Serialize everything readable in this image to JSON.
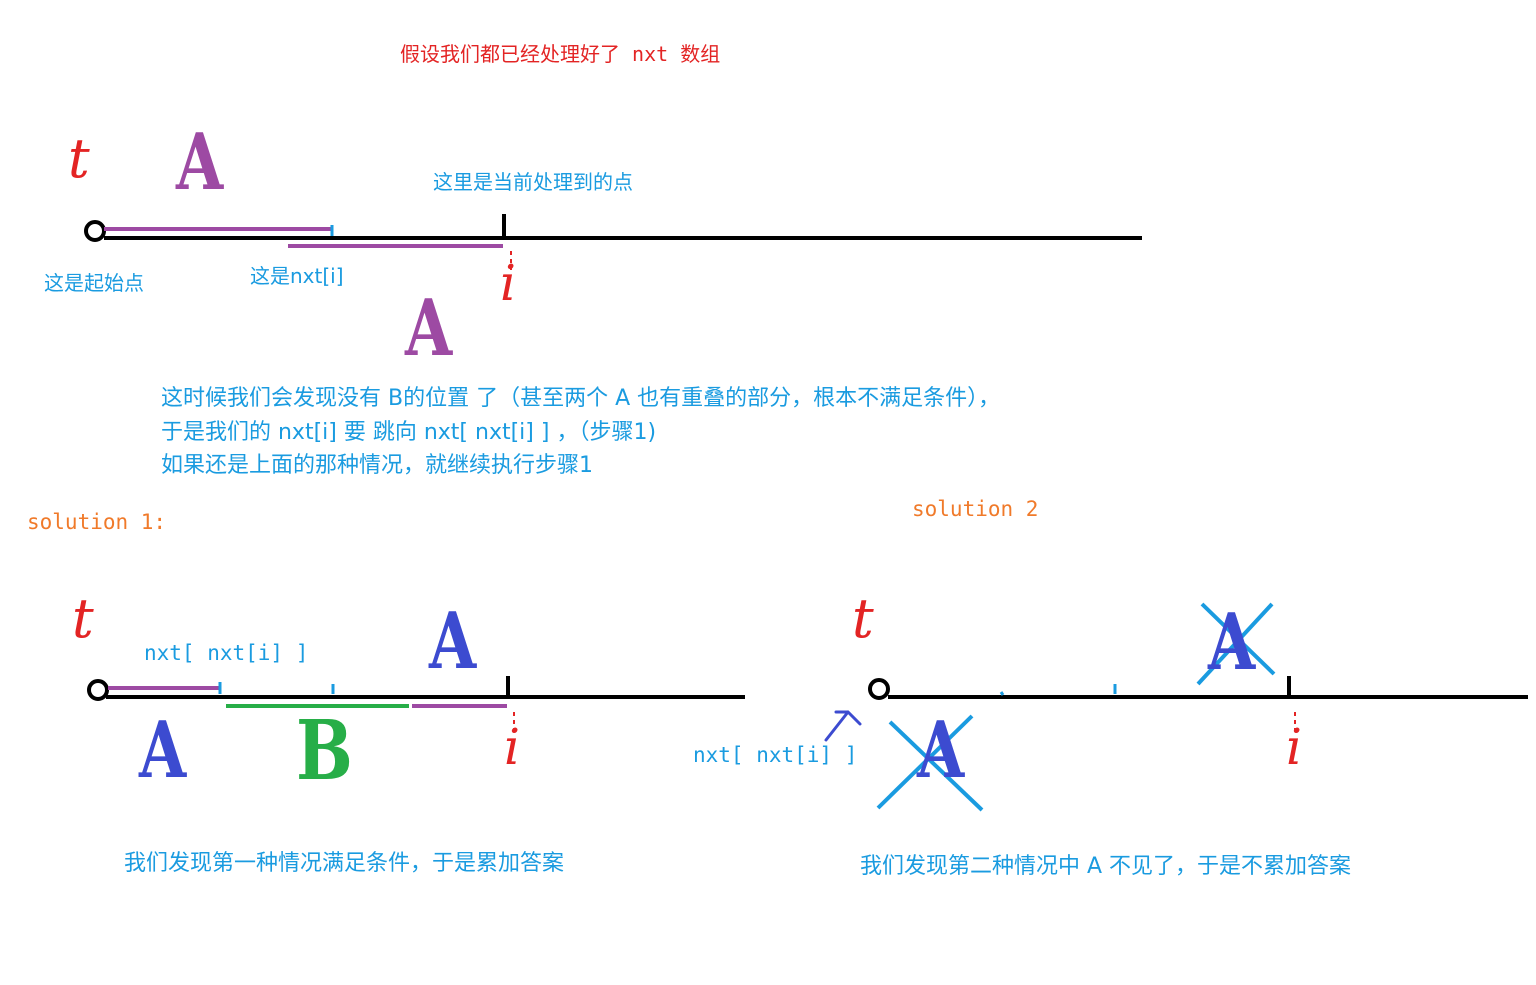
{
  "title": "假设我们都已经处理好了 nxt 数组",
  "top": {
    "t": "t",
    "a_upper": "A",
    "a_lower": "A",
    "i": "i",
    "current_point": "这里是当前处理到的点",
    "start_point": "这是起始点",
    "nxt_label": "这是nxt[i]",
    "explain_line1": "这时候我们会发现没有 B的位置 了（甚至两个 A 也有重叠的部分，根本不满足条件），",
    "explain_line2": "于是我们的 nxt[i] 要 跳向  nxt[ nxt[i] ] ，（步骤1)",
    "explain_line3": "如果还是上面的那种情况，就继续执行步骤1"
  },
  "solution1": {
    "heading": "solution 1:",
    "t": "t",
    "nxt_nxt": "nxt[ nxt[i] ]",
    "a_upper": "A",
    "a_lower": "A",
    "b": "B",
    "i": "i",
    "conclusion": "我们发现第一种情况满足条件，于是累加答案"
  },
  "solution2": {
    "heading": "solution 2",
    "t": "t",
    "nxt_nxt": "nxt[ nxt[i] ]",
    "a_upper": "A",
    "a_lower": "A",
    "i": "i",
    "conclusion": "我们发现第二种情况中 A 不见了，于是不累加答案"
  },
  "colors": {
    "black": "#000000",
    "red": "#e32424",
    "blue": "#1a9be0",
    "orange": "#f07a2a",
    "purple": "#9d4aa3",
    "indigo": "#3c4bd0",
    "green": "#27ae48"
  }
}
